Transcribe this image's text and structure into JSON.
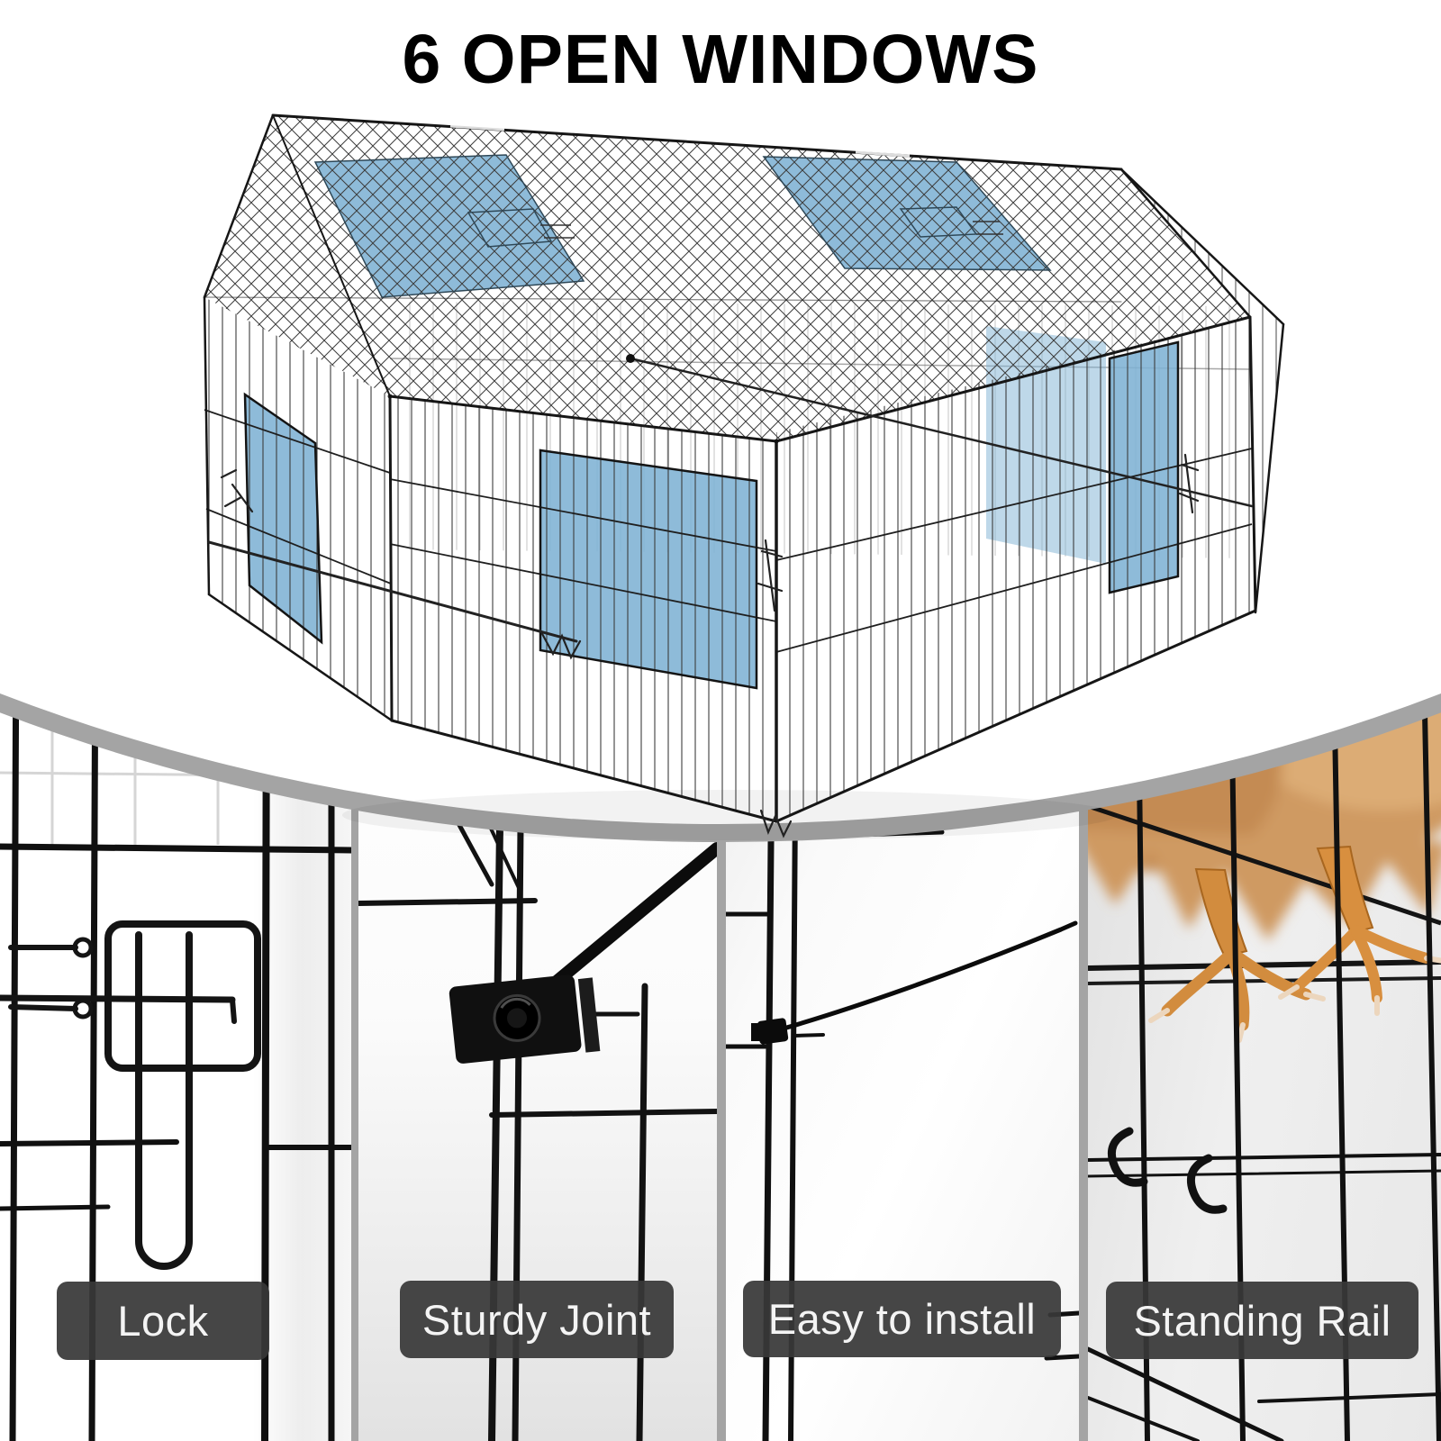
{
  "title": "6 OPEN WINDOWS",
  "windows": {
    "count": 6,
    "highlight_color": "#7eb2d4"
  },
  "features": [
    {
      "label": "Lock"
    },
    {
      "label": "Sturdy Joint"
    },
    {
      "label": "Easy to install"
    },
    {
      "label": "Standing Rail"
    }
  ],
  "colors": {
    "label_background": "#383838",
    "label_text": "#f4f4f4",
    "backdrop_gray": "#a4a4a4",
    "wire_black": "#161616"
  }
}
